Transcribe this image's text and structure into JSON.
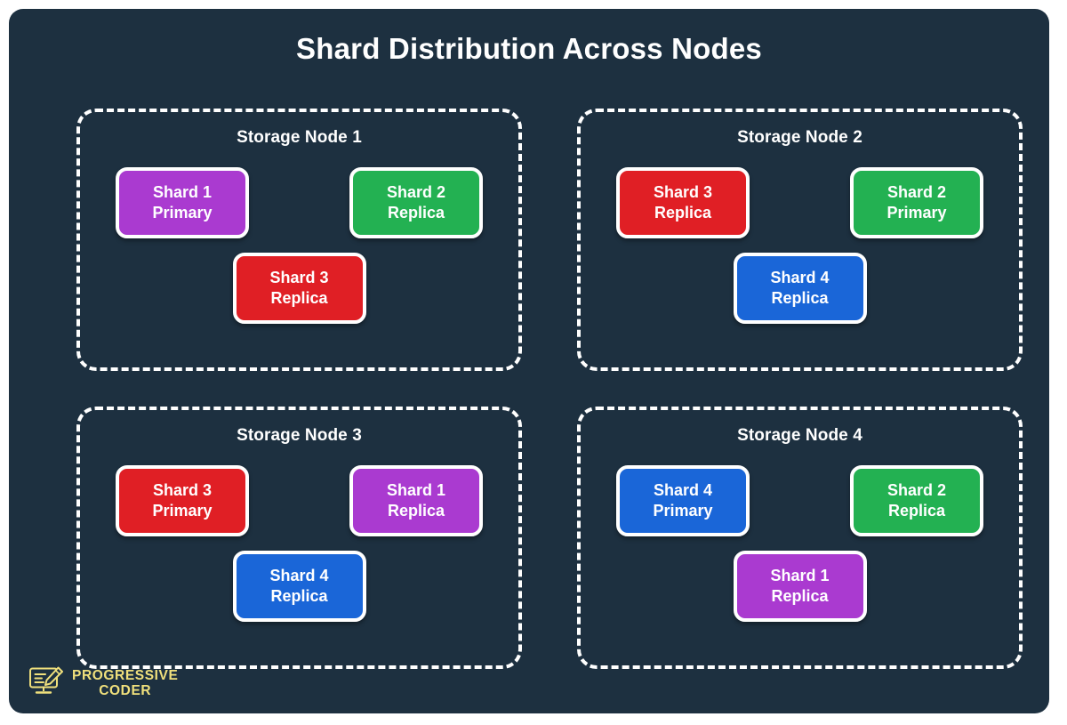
{
  "diagram": {
    "title": "Shard Distribution Across Nodes",
    "background_color": "#1d3040",
    "node_border_color": "#ffffff"
  },
  "colors": {
    "purple": "#aa3ad0",
    "green": "#23b152",
    "red": "#e01f25",
    "blue": "#1a66d8",
    "panel": "#1d3040",
    "brand_yellow": "#f0e07c"
  },
  "nodes": [
    {
      "title": "Storage Node 1",
      "top_row": [
        {
          "shard": "Shard 1",
          "role": "Primary",
          "color": "purple"
        },
        {
          "shard": "Shard 2",
          "role": "Replica",
          "color": "green"
        }
      ],
      "bottom_row": [
        {
          "shard": "Shard 3",
          "role": "Replica",
          "color": "red"
        }
      ]
    },
    {
      "title": "Storage Node 2",
      "top_row": [
        {
          "shard": "Shard 3",
          "role": "Replica",
          "color": "red"
        },
        {
          "shard": "Shard 2",
          "role": "Primary",
          "color": "green"
        }
      ],
      "bottom_row": [
        {
          "shard": "Shard 4",
          "role": "Replica",
          "color": "blue"
        }
      ]
    },
    {
      "title": "Storage Node 3",
      "top_row": [
        {
          "shard": "Shard 3",
          "role": "Primary",
          "color": "red"
        },
        {
          "shard": "Shard 1",
          "role": "Replica",
          "color": "purple"
        }
      ],
      "bottom_row": [
        {
          "shard": "Shard 4",
          "role": "Replica",
          "color": "blue"
        }
      ]
    },
    {
      "title": "Storage Node 4",
      "top_row": [
        {
          "shard": "Shard 4",
          "role": "Primary",
          "color": "blue"
        },
        {
          "shard": "Shard 2",
          "role": "Replica",
          "color": "green"
        }
      ],
      "bottom_row": [
        {
          "shard": "Shard 1",
          "role": "Replica",
          "color": "purple"
        }
      ]
    }
  ],
  "brand": {
    "icon": "monitor-pencil-icon",
    "line_1": "PROGRESSIVE",
    "line_2": "CODER"
  }
}
